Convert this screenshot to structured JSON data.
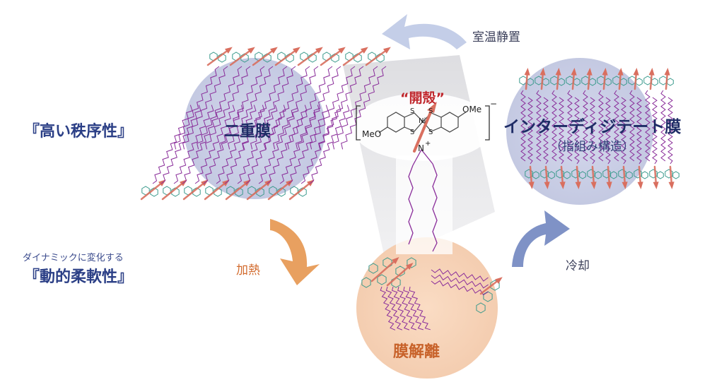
{
  "labels": {
    "high_order": "『高い秩序性』",
    "dynamic_sub": "ダイナミックに変化する",
    "dynamic": "『動的柔軟性』",
    "bilayer": "二重膜",
    "interdigitated": "インターディジテート膜",
    "interdigitated_sub": "（指組み構造）",
    "dissociation": "膜解離",
    "room_temp": "室温静置",
    "heating": "加熱",
    "cooling": "冷却",
    "opening": "“開殻”"
  },
  "molecule": {
    "left_group": "MeO",
    "right_group": "OMe",
    "metal": "Ni",
    "sulfur": "S",
    "charge_minus": "−",
    "cation": "N",
    "charge_plus": "+"
  },
  "colors": {
    "blue_circle": "#c9cde4",
    "orange_circle": "#f6d2b5",
    "heat_arrow": "#e8a060",
    "cool_arrow": "#7f92c6",
    "room_arrow": "#c4cee8",
    "chain": "#8a2d9a",
    "ring": "#3a9a8c",
    "spin": "#d96f5f",
    "title_blue": "#2b3f86",
    "red_text": "#c0272d"
  }
}
